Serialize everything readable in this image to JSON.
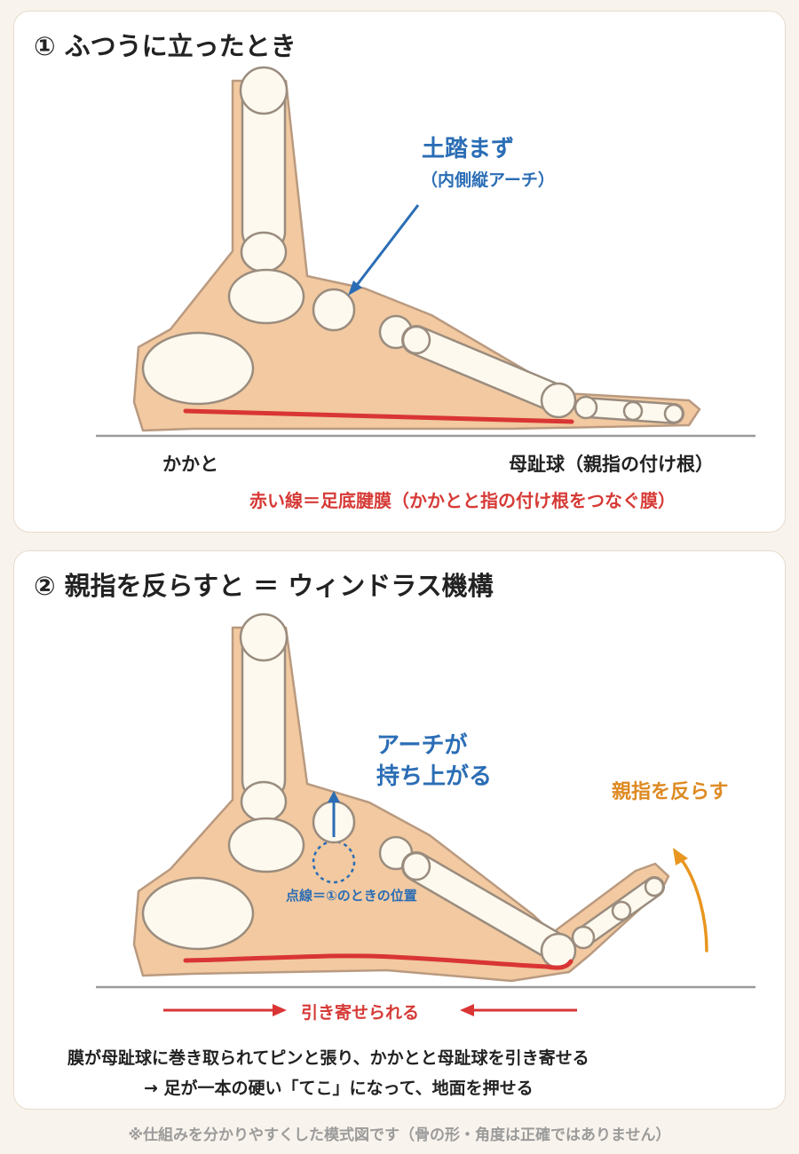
{
  "panel1": {
    "title": "① ふつうに立ったとき",
    "arch_label": "土踏まず",
    "arch_sub": "（内側縦アーチ）",
    "heel_label": "かかと",
    "ball_label": "母趾球（親指の付け根）",
    "red_caption": "赤い線＝足底腱膜（かかとと指の付け根をつなぐ膜）"
  },
  "panel2": {
    "title": "② 親指を反らすと ＝ ウィンドラス機構",
    "arch_up_line1": "アーチが",
    "arch_up_line2": "持ち上がる",
    "toe_label": "親指を反らす",
    "dotted_label": "点線＝①のときの位置",
    "pull_label": "引き寄せられる",
    "explain_line1": "膜が母趾球に巻き取られてピンと張り、かかとと母趾球を引き寄せる",
    "explain_line2": "→ 足が一本の硬い「てこ」になって、地面を押せる"
  },
  "footnote": "※仕組みを分かりやすくした模式図です（骨の形・角度は正確ではありません）",
  "colors": {
    "skin": "#f2c9a0",
    "skin_stroke": "#b99a80",
    "bone": "#fdf9ee",
    "bone_stroke": "#9a8c7e",
    "ligament": "#d93535",
    "blue": "#2a6db5",
    "orange": "#e8961f",
    "ground": "#9a9a9a"
  }
}
